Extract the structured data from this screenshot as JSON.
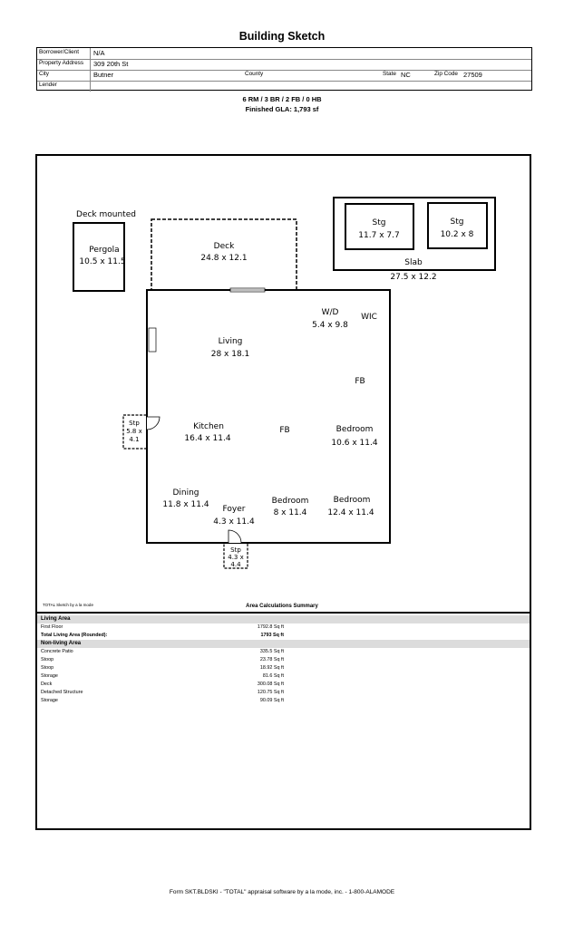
{
  "title": "Building Sketch",
  "header": {
    "borrower_label": "Borrower/Client",
    "borrower_value": "N/A",
    "address_label": "Property Address",
    "address_value": "309 20th St",
    "city_label": "City",
    "city_value": "Butner",
    "county_label": "County",
    "state_label": "State",
    "state_value": "NC",
    "zip_label": "Zip Code",
    "zip_value": "27509",
    "lender_label": "Lender"
  },
  "summary_line1": "6 RM / 3 BR / 2 FB / 0 HB",
  "summary_line2": "Finished GLA: 1,793 sf",
  "sketch": {
    "deck_mounted": "Deck mounted",
    "pergola_name": "Pergola",
    "pergola_dim": "10.5 x 11.5",
    "deck_name": "Deck",
    "deck_dim": "24.8 x 12.1",
    "stg1_name": "Stg",
    "stg1_dim": "11.7 x 7.7",
    "stg2_name": "Stg",
    "stg2_dim": "10.2 x 8",
    "slab_name": "Slab",
    "slab_dim": "27.5 x 12.2",
    "wd_name": "W/D",
    "wd_dim": "5.4 x 9.8",
    "wic": "WIC",
    "living_name": "Living",
    "living_dim": "28 x 18.1",
    "fb1": "FB",
    "fb2": "FB",
    "stp_left_name": "Stp",
    "stp_left_dim1": "5.8 x",
    "stp_left_dim2": "4.1",
    "kitchen_name": "Kitchen",
    "kitchen_dim": "16.4 x 11.4",
    "bedroom1_name": "Bedroom",
    "bedroom1_dim": "10.6 x 11.4",
    "dining_name": "Dining",
    "dining_dim": "11.8 x 11.4",
    "foyer_name": "Foyer",
    "foyer_dim": "4.3 x 11.4",
    "bedroom2_name": "Bedroom",
    "bedroom2_dim": "8 x 11.4",
    "bedroom3_name": "Bedroom",
    "bedroom3_dim": "12.4 x 11.4",
    "stp_bottom_name": "Stp",
    "stp_bottom_dim1": "4.3 x",
    "stp_bottom_dim2": "4.4"
  },
  "sketch_note": "TOTAL Sketch by a la mode",
  "area_summary_title": "Area Calculations Summary",
  "living_area": {
    "heading": "Living Area",
    "first_floor_label": "First Floor",
    "first_floor_value": "1792.8 Sq ft",
    "total_label": "Total Living Area (Rounded):",
    "total_value": "1793 Sq ft"
  },
  "non_living_area": {
    "heading": "Non-living Area",
    "rows": [
      {
        "name": "Concrete Patio",
        "value": "335.5 Sq ft"
      },
      {
        "name": "Stoop",
        "value": "23.78 Sq ft"
      },
      {
        "name": "Stoop",
        "value": "18.92 Sq ft"
      },
      {
        "name": "Storage",
        "value": "81.6 Sq ft"
      },
      {
        "name": "Deck",
        "value": "300.08 Sq ft"
      },
      {
        "name": "Detached Structure",
        "value": "120.75 Sq ft"
      },
      {
        "name": "Storage",
        "value": "90.09 Sq ft"
      }
    ]
  },
  "footer": "Form SKT.BLDSKI - \"TOTAL\" appraisal software by a la mode, inc. - 1-800-ALAMODE"
}
